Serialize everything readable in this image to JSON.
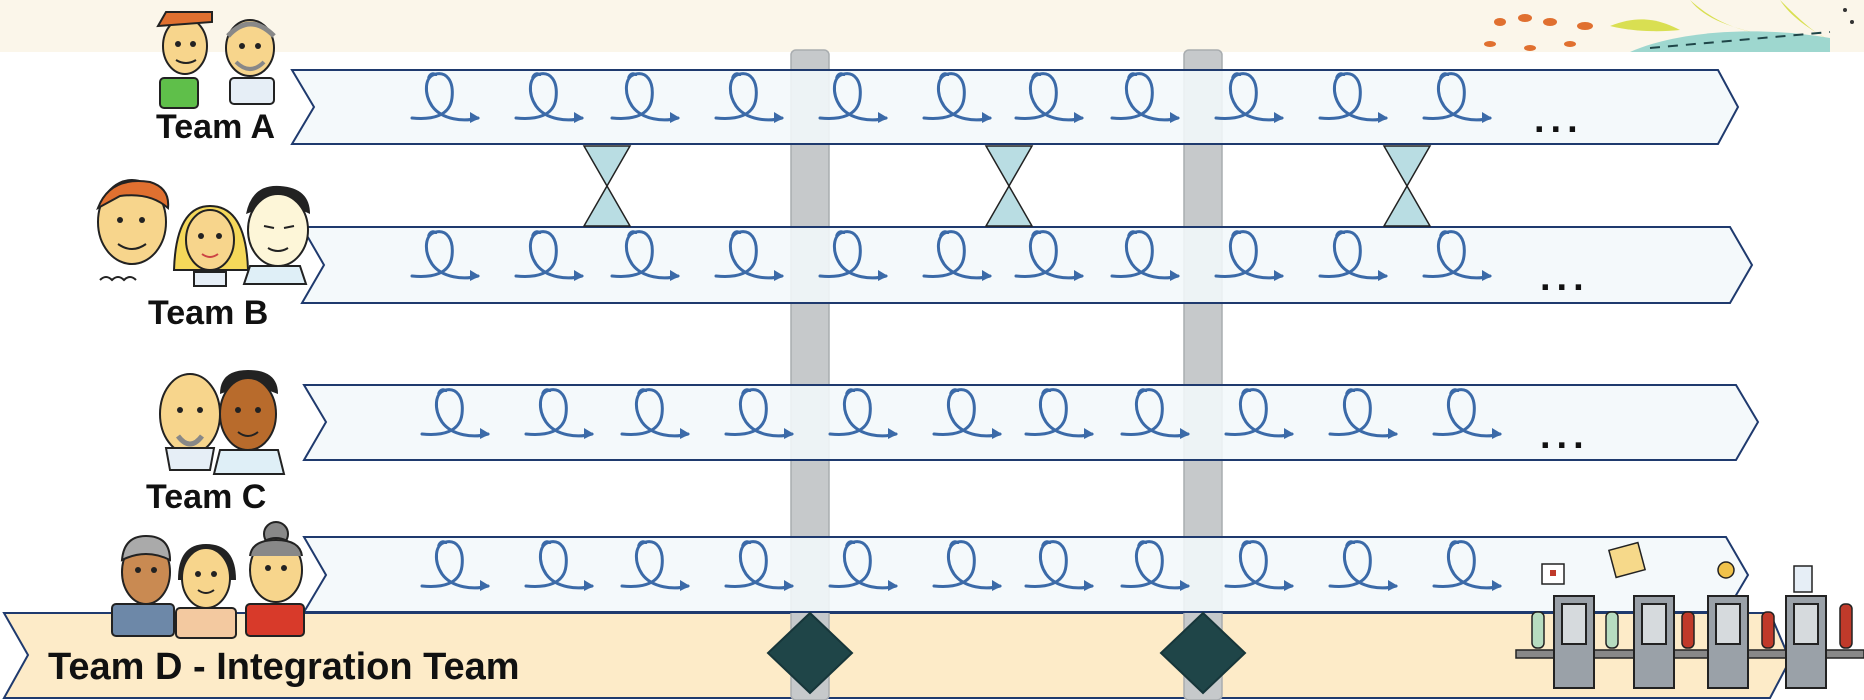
{
  "teams": [
    {
      "id": "a",
      "label": "Team A"
    },
    {
      "id": "b",
      "label": "Team B"
    },
    {
      "id": "c",
      "label": "Team C"
    },
    {
      "id": "d",
      "label": "Team D - Integration Team"
    }
  ],
  "ellipsis": "...",
  "colors": {
    "lane_fill": "#f2f8fb",
    "lane_stroke": "#1f3a6e",
    "loop_stroke": "#3b6aa8",
    "integration_fill": "#fdebc8",
    "milestone_bar": "#c6c9cb",
    "milestone_diamond": "#1f4548",
    "hourglass_fill": "#b9dde3",
    "header_bar": "#fbf6ea"
  },
  "icons": {
    "iteration": "loop-arrow-icon",
    "sync": "hourglass-icon",
    "milestone": "diamond-icon",
    "teams": "people-avatar-icon",
    "integration": "bottling-line-icon",
    "decoration": "leaf-decoration-icon"
  }
}
